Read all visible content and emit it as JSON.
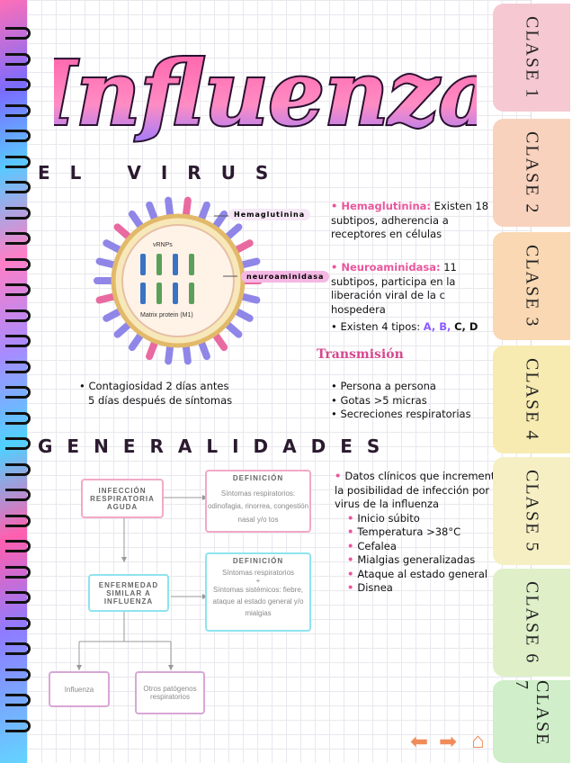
{
  "title": "Influenza",
  "tabs": [
    "CLASE 1",
    "CLASE 2",
    "CLASE 3",
    "CLASE 4",
    "CLASE 5",
    "CLASE 6",
    "CLASE 7"
  ],
  "tab_colors": [
    "#f6c9d2",
    "#f9d2bd",
    "#f9d8b3",
    "#f7ebb1",
    "#f6efc4",
    "#dff0c9",
    "#cfeec9"
  ],
  "sections": {
    "virus": "EL VIRUS",
    "generalidades": "GENERALIDADES"
  },
  "diagram": {
    "label_hemag": "Hemaglutinina",
    "label_neura": "neuroaminidasa",
    "vrnps": "vRNPs",
    "matrix": "Matrix protein (M1)"
  },
  "virus_notes": {
    "hemag_title": "Hemaglutinina:",
    "hemag_text": "Existen 18 subtipos, adherencia a receptores en células",
    "neura_title": "Neuroaminidasa:",
    "neura_text": "11 subtipos, participa en la liberación viral de la c hospedera",
    "tipos_prefix": "Existen 4 tipos:",
    "tipos_ab": "A, B,",
    "tipos_cd": "C, D"
  },
  "contagio": [
    "Contagiosidad 2 días antes",
    "5 días después de síntomas"
  ],
  "transmision": {
    "title": "Transmisión",
    "items": [
      "Persona a persona",
      "Gotas >5 micras",
      "Secreciones respiratorias"
    ]
  },
  "flow": {
    "ira": "INFECCIÓN RESPIRATORIA AGUDA",
    "def1_head": "DEFINICIÓN",
    "def1_text": "Síntomas respiratorios: odinofagia, rinorrea, congestión nasal y/o tos",
    "esi": "ENFERMEDAD SIMILAR A INFLUENZA",
    "def2_head": "DEFINICIÓN",
    "def2_text1": "Síntomas respiratorios",
    "def2_plus": "+",
    "def2_text2": "Síntomas sistémicos: fiebre, ataque al estado general y/o mialgias",
    "influenza": "Influenza",
    "otros": "Otros patógenos respiratorios"
  },
  "clinicos": {
    "intro": "Datos clínicos que incrementan la posibilidad de infección por virus de la influenza",
    "items": [
      "Inicio súbito",
      "Temperatura >38°C",
      "Cefalea",
      "Mialgias generalizadas",
      "Ataque al estado general",
      "Disnea"
    ]
  }
}
